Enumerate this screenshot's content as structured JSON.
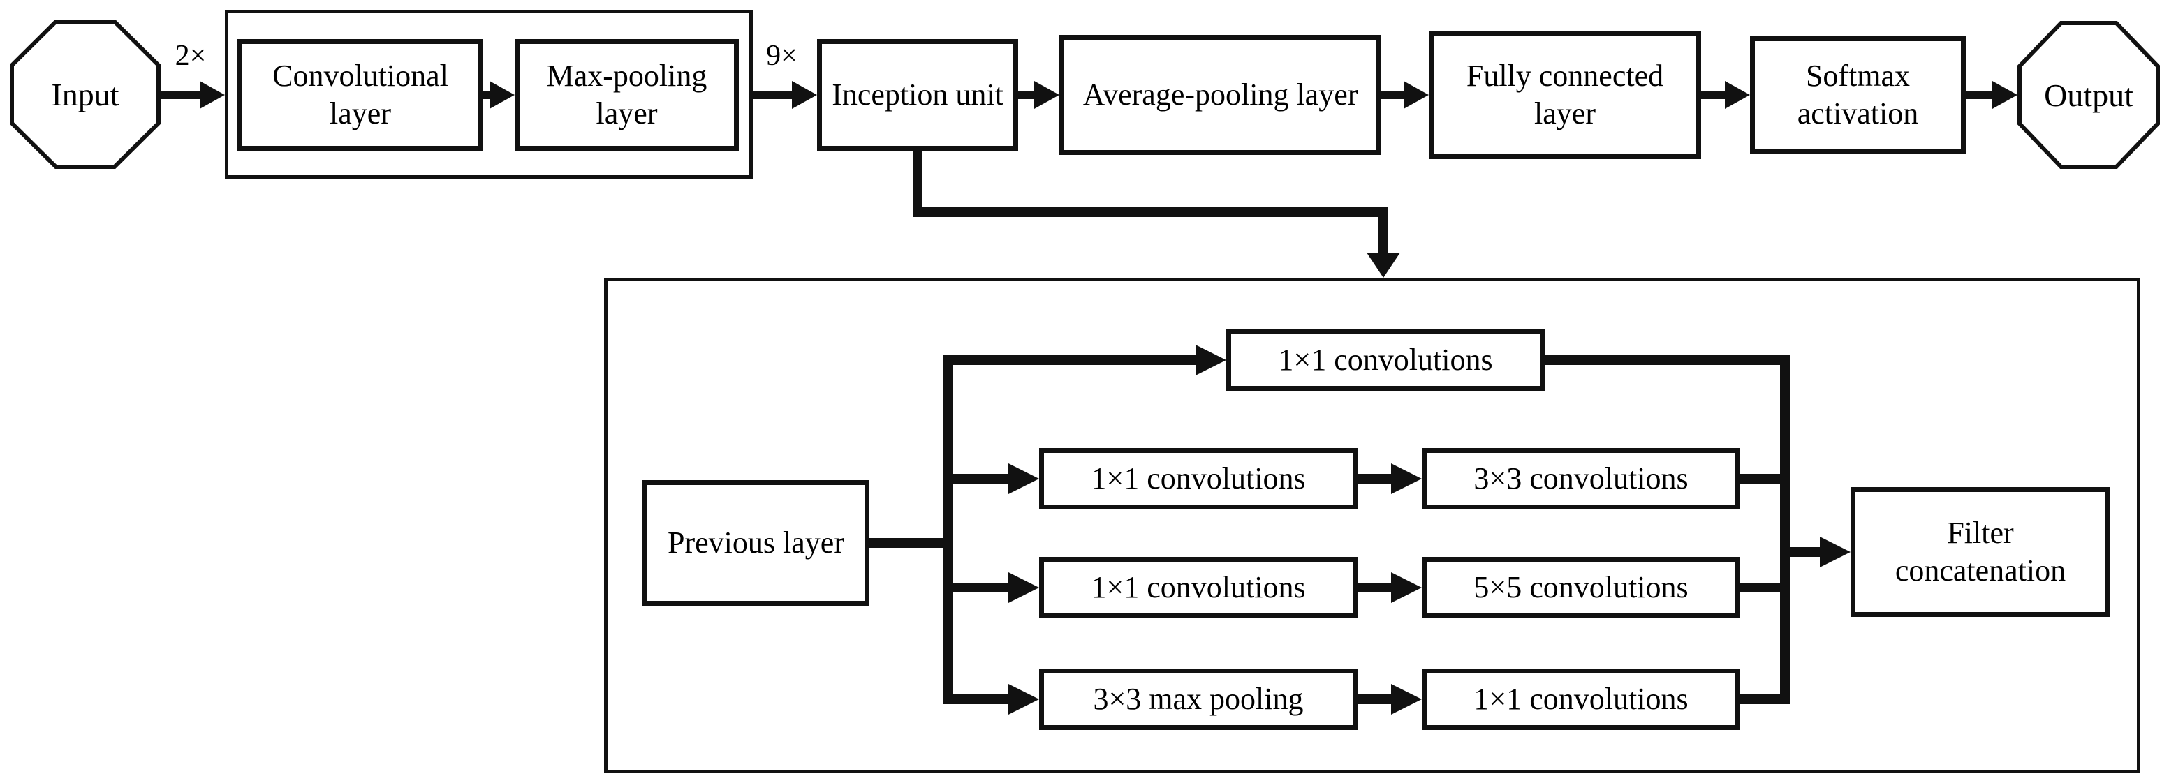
{
  "figure": {
    "ink_color": "#111111",
    "background_color": "#ffffff"
  },
  "pipeline": {
    "input": "Input",
    "conv_repeat": "2×",
    "conv": "Convolutional layer",
    "maxpool": "Max-pooling layer",
    "inception_repeat": "9×",
    "inception": "Inception unit",
    "avgpool": "Average-pooling layer",
    "fc": "Fully connected layer",
    "softmax": "Softmax activation",
    "output": "Output"
  },
  "inception_detail": {
    "previous_layer": "Previous layer",
    "branches": [
      {
        "steps": [
          "1×1 convolutions"
        ]
      },
      {
        "steps": [
          "1×1 convolutions",
          "3×3 convolutions"
        ]
      },
      {
        "steps": [
          "1×1 convolutions",
          "5×5 convolutions"
        ]
      },
      {
        "steps": [
          "3×3 max pooling",
          "1×1 convolutions"
        ]
      }
    ],
    "filter_concatenation": "Filter concatenation"
  }
}
